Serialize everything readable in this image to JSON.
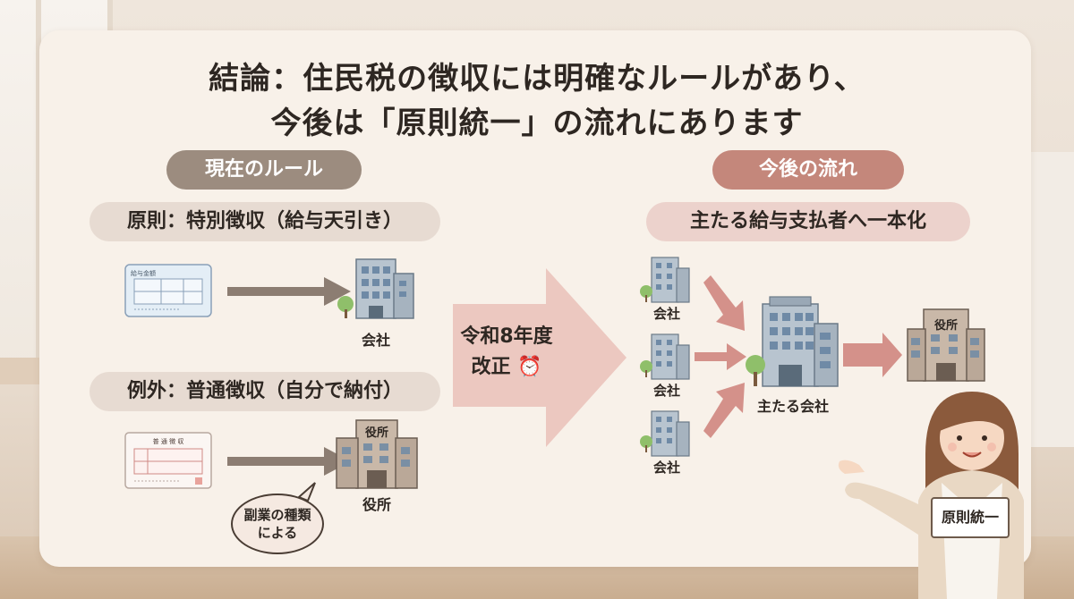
{
  "title": {
    "line1": "結論：住民税の徴収には明確なルールがあり、",
    "line2": "今後は「原則統一」の流れにあります"
  },
  "left": {
    "heading": "現在のルール",
    "rule_label": "原則：特別徴収（給与天引き）",
    "payslip_caption": "給与金額",
    "company_label": "会社",
    "exception_label": "例外：普通徴収（自分で納付）",
    "notice_caption": "普 通 徴 収",
    "office_sign": "役所",
    "office_label": "役所",
    "bubble_line1": "副業の種類",
    "bubble_line2": "による"
  },
  "center": {
    "line1": "令和8年度",
    "line2": "改正",
    "icon": "alarm-clock-icon"
  },
  "right": {
    "heading": "今後の流れ",
    "sub_label": "主たる給与支払者へ一本化",
    "companies": [
      "会社",
      "会社",
      "会社"
    ],
    "main_company_label": "主たる会社",
    "office_sign": "役所"
  },
  "character": {
    "sign_text": "原則統一"
  },
  "colors": {
    "card": "#f8f1e9",
    "pill_dark": "#9c8c7f",
    "pill_rose": "#c4877b",
    "arrow_gray": "#8c7d72",
    "arrow_rose": "#d4918a",
    "big_arrow": "#ecc8c0"
  }
}
